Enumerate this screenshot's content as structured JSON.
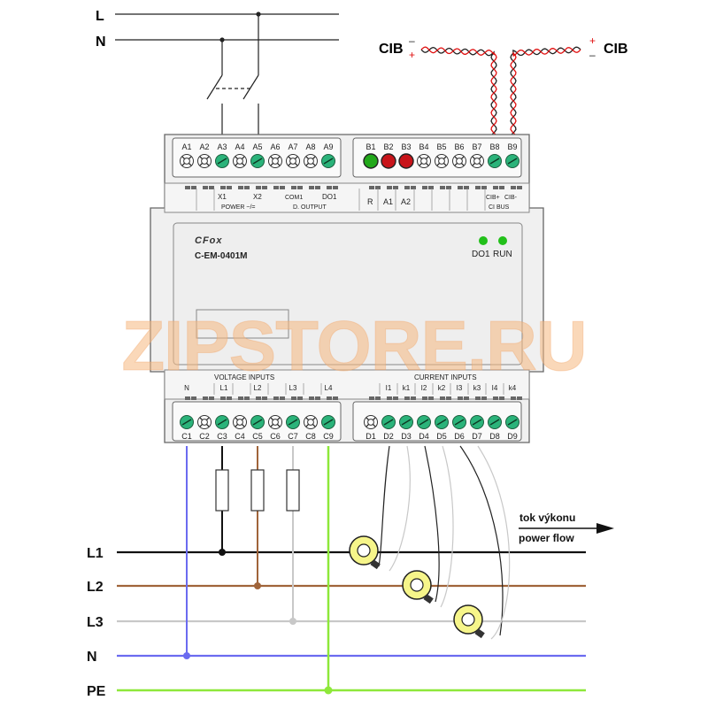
{
  "top_supply": {
    "phase_label": "L",
    "neutral_label": "N"
  },
  "cib_bus": {
    "left_label": "CIB",
    "right_label": "CIB",
    "minus_sign": "–",
    "plus_sign": "+"
  },
  "device": {
    "brand": "CFox",
    "model": "C-EM-0401M",
    "top_left_terminals": [
      "A1",
      "A2",
      "A3",
      "A4",
      "A5",
      "A6",
      "A7",
      "A8",
      "A9"
    ],
    "top_right_terminals": [
      "B1",
      "B2",
      "B3",
      "B4",
      "B5",
      "B6",
      "B7",
      "B8",
      "B9"
    ],
    "bottom_left_terminals": [
      "C1",
      "C2",
      "C3",
      "C4",
      "C5",
      "C6",
      "C7",
      "C8",
      "C9"
    ],
    "bottom_right_terminals": [
      "D1",
      "D2",
      "D3",
      "D4",
      "D5",
      "D6",
      "D7",
      "D8",
      "D9"
    ],
    "top_left_marks": {
      "x1": "X1",
      "x2": "X2",
      "com1": "COM1",
      "do1": "DO1",
      "power": "POWER ~/=",
      "d_output": "D. OUTPUT"
    },
    "top_right_marks": {
      "r": "R",
      "a1": "A1",
      "a2": "A2",
      "cib_plus": "CIB+",
      "cib_minus": "CIB-",
      "ci_bus": "CI BUS"
    },
    "leds": [
      {
        "label": "DO1",
        "color": "#22c01a"
      },
      {
        "label": "RUN",
        "color": "#22c01a"
      }
    ],
    "voltage_inputs_title": "VOLTAGE INPUTS",
    "voltage_marks": [
      "N",
      "L1",
      "L2",
      "L3",
      "L4"
    ],
    "current_inputs_title": "CURRENT INPUTS",
    "current_marks": [
      "I1",
      "k1",
      "I2",
      "k2",
      "I3",
      "k3",
      "I4",
      "k4"
    ]
  },
  "watermark": "ZIPSTORE.RU",
  "power_flow": {
    "label_cz": "tok výkonu",
    "label_en": "power flow"
  },
  "bottom_lines": [
    {
      "label": "L1",
      "color": "#111111"
    },
    {
      "label": "L2",
      "color": "#a0643a"
    },
    {
      "label": "L3",
      "color": "#c8c8c8"
    },
    {
      "label": "N",
      "color": "#6b6bf0"
    },
    {
      "label": "PE",
      "color": "#8ee83a"
    }
  ],
  "colors": {
    "terminal_green": "#2bb37a",
    "led_red": "#c8141a",
    "led_green": "#22a81a",
    "watermark": "#f6b880",
    "ct_yellow": "#f6f58a"
  }
}
